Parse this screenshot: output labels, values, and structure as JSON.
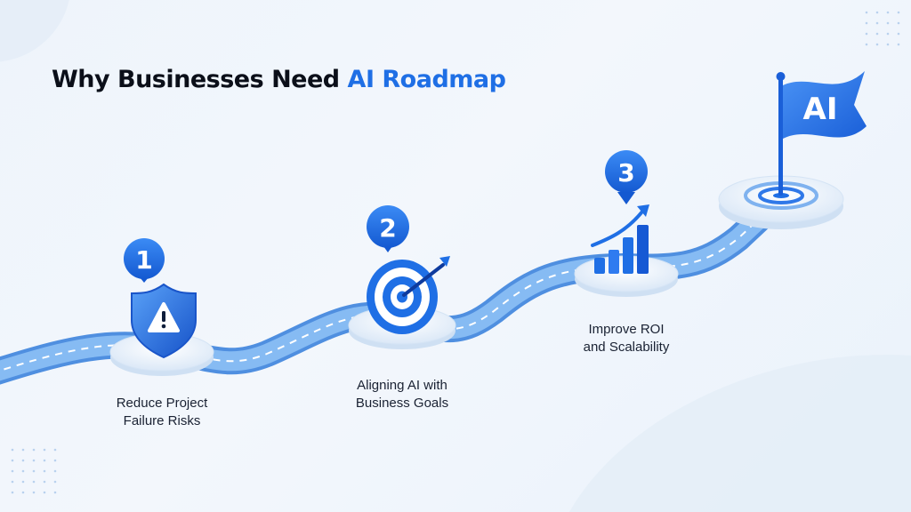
{
  "title": {
    "main": "Why Businesses Need ",
    "accent": "AI Roadmap"
  },
  "steps": [
    {
      "number": "1",
      "lines": [
        "Reduce Project",
        "Failure Risks"
      ],
      "icon": "shield-warning-icon"
    },
    {
      "number": "2",
      "lines": [
        "Aligning AI with",
        "Business Goals"
      ],
      "icon": "target-arrow-icon"
    },
    {
      "number": "3",
      "lines": [
        "Improve ROI",
        "and Scalability"
      ],
      "icon": "bar-chart-growth-icon"
    }
  ],
  "flag": {
    "text": "AI",
    "icon": "flag-icon"
  },
  "colors": {
    "accent": "#1f6fe5",
    "road": "#6ea9ef",
    "text": "#1a2233",
    "background": "#eef4fb"
  }
}
